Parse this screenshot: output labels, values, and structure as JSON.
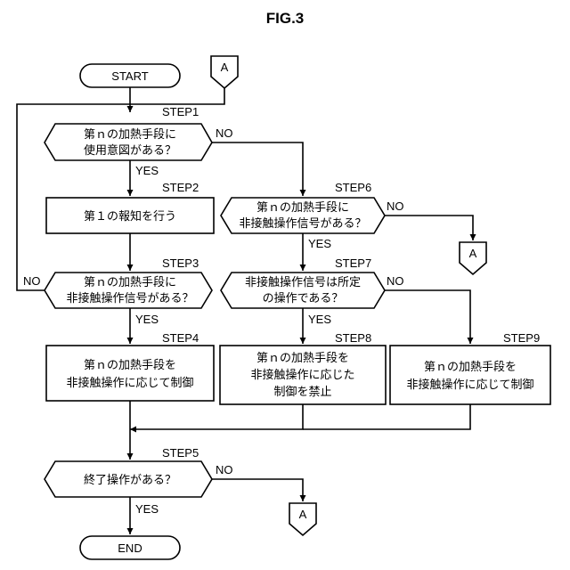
{
  "figure_title": "FIG.3",
  "connector_label": "A",
  "branch": {
    "yes": "YES",
    "no": "NO"
  },
  "start": "START",
  "end": "END",
  "steps": {
    "step1": {
      "label": "STEP1",
      "lines": [
        "第ｎの加熱手段に",
        "使用意図がある？"
      ]
    },
    "step2": {
      "label": "STEP2",
      "lines": [
        "第１の報知を行う"
      ]
    },
    "step3": {
      "label": "STEP3",
      "lines": [
        "第ｎの加熱手段に",
        "非接触操作信号がある？"
      ]
    },
    "step4": {
      "label": "STEP4",
      "lines": [
        "第ｎの加熱手段を",
        "非接触操作に応じて制御"
      ]
    },
    "step5": {
      "label": "STEP5",
      "lines": [
        "終了操作がある？"
      ]
    },
    "step6": {
      "label": "STEP6",
      "lines": [
        "第ｎの加熱手段に",
        "非接触操作信号がある？"
      ]
    },
    "step7": {
      "label": "STEP7",
      "lines": [
        "非接触操作信号は所定",
        "の操作である？"
      ]
    },
    "step8": {
      "label": "STEP8",
      "lines": [
        "第ｎの加熱手段を",
        "非接触操作に応じた",
        "制御を禁止"
      ]
    },
    "step9": {
      "label": "STEP9",
      "lines": [
        "第ｎの加熱手段を",
        "非接触操作に応じて制御"
      ]
    }
  }
}
